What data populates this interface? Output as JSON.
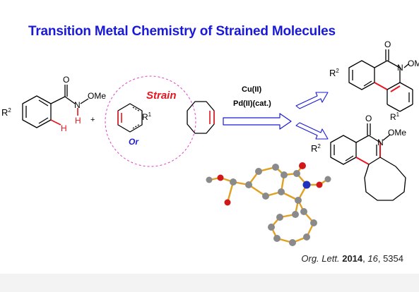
{
  "title": "Transition Metal Chemistry of Strained Molecules",
  "reactant": {
    "r2": "R",
    "r2_sup": "2",
    "carbonyl_o": "O",
    "nh_n": "N",
    "nh_h": "H",
    "ome": "OMe",
    "ortho_h": "H"
  },
  "plus": "+",
  "strain_label": "Strain",
  "or_label": "Or",
  "aryne_r1": "R",
  "aryne_r1_sup": "1",
  "conditions": {
    "line1": "Cu(II)",
    "line2": "Pd(II)(cat.)"
  },
  "product1": {
    "o": "O",
    "n": "N",
    "ome": "OMe",
    "r2": "R",
    "r2_sup": "2",
    "r1": "R",
    "r1_sup": "1"
  },
  "product2": {
    "o": "O",
    "n": "N",
    "ome": "OMe",
    "r2": "R",
    "r2_sup": "2"
  },
  "citation": {
    "journal": "Org. Lett.",
    "year": "2014",
    "volume": "16",
    "pages": "5354"
  },
  "colors": {
    "title": "#1a1ad6",
    "highlight_bond": "#e8141e",
    "strain_text": "#e8141e",
    "or_text": "#1a1ad6",
    "dashed_circle": "#e040c8",
    "arrow": "#1a1ad6",
    "crystal_bond": "#e0a020",
    "crystal_carbon": "#8a8a8a",
    "crystal_oxygen": "#d01818",
    "crystal_nitrogen": "#2030c0"
  }
}
